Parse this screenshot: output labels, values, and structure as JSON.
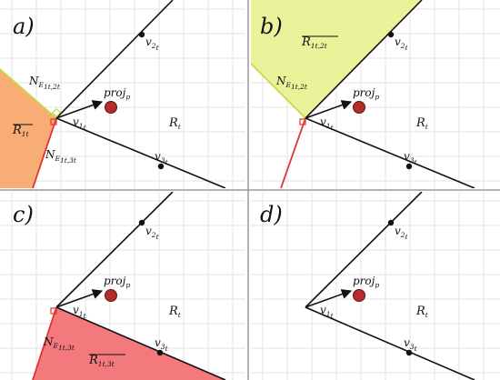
{
  "colors": {
    "grid": "#e3e3e3",
    "border": "#9a9a9a",
    "ray": "#111111",
    "orange_region": "#f7ad73",
    "yellow_region": "#eaf29a",
    "red_region": "#f4797c",
    "red_line": "#e0322f",
    "yellow_line": "#c8d84c",
    "point": "#b52d2b"
  },
  "panels": [
    {
      "label": "a)",
      "v1": {
        "main": "v",
        "sub": "1",
        "subsub": "t"
      },
      "v2": {
        "main": "v",
        "sub": "2",
        "subsub": "t"
      },
      "v3": {
        "main": "v",
        "sub": "3",
        "subsub": "t"
      },
      "proj": {
        "main": "proj",
        "sub": "p"
      },
      "region": {
        "main": "R",
        "sub": "t"
      },
      "normal_upper": {
        "main": "N",
        "sub": "E",
        "subsub": "1t,2t"
      },
      "normal_lower": {
        "main": "N",
        "sub": "E",
        "subsub": "1t,3t"
      },
      "shaded_region": {
        "main": "R",
        "sub": "1t"
      }
    },
    {
      "label": "b)",
      "v1": {
        "main": "v",
        "sub": "1",
        "subsub": "t"
      },
      "v2": {
        "main": "v",
        "sub": "2",
        "subsub": "t"
      },
      "v3": {
        "main": "v",
        "sub": "3",
        "subsub": "t"
      },
      "proj": {
        "main": "proj",
        "sub": "p"
      },
      "region": {
        "main": "R",
        "sub": "t"
      },
      "normal_upper": {
        "main": "N",
        "sub": "E",
        "subsub": "1t,2t"
      },
      "shaded_region": {
        "main": "R",
        "sub": "1t,2t"
      }
    },
    {
      "label": "c)",
      "v1": {
        "main": "v",
        "sub": "1",
        "subsub": "t"
      },
      "v2": {
        "main": "v",
        "sub": "2",
        "subsub": "t"
      },
      "v3": {
        "main": "v",
        "sub": "3",
        "subsub": "t"
      },
      "proj": {
        "main": "proj",
        "sub": "p"
      },
      "region": {
        "main": "R",
        "sub": "t"
      },
      "normal_lower": {
        "main": "N",
        "sub": "E",
        "subsub": "1t,3t"
      },
      "shaded_region": {
        "main": "R",
        "sub": "1t,3t"
      }
    },
    {
      "label": "d)",
      "v1": {
        "main": "v",
        "sub": "1",
        "subsub": "t"
      },
      "v2": {
        "main": "v",
        "sub": "2",
        "subsub": "t"
      },
      "v3": {
        "main": "v",
        "sub": "3",
        "subsub": "t"
      },
      "proj": {
        "main": "proj",
        "sub": "p"
      },
      "region": {
        "main": "R",
        "sub": "t"
      }
    }
  ]
}
